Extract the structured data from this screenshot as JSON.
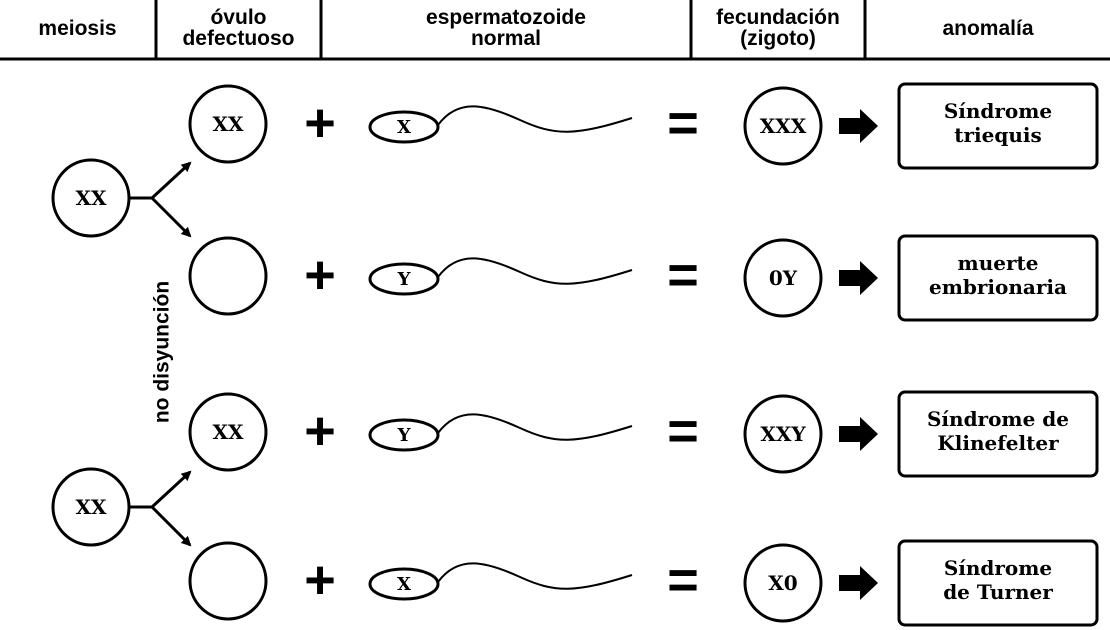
{
  "headers": [
    "meiosis",
    "óvulo\ndefectuoso",
    "espermatozoide\nnormal",
    "fecundación\n(zigoto)",
    "anomalía"
  ],
  "side_label": "no disyunción",
  "parents": [
    "XX",
    "XX"
  ],
  "rows": [
    {
      "ovule": "XX",
      "sperm": "X",
      "zygote": "XXX",
      "anomaly": [
        "Síndrome",
        "triequis"
      ]
    },
    {
      "ovule": "",
      "sperm": "Y",
      "zygote": "0Y",
      "anomaly": [
        "muerte",
        "embrionaria"
      ]
    },
    {
      "ovule": "XX",
      "sperm": "Y",
      "zygote": "XXY",
      "anomaly": [
        "Síndrome de",
        "Klinefelter"
      ]
    },
    {
      "ovule": "",
      "sperm": "X",
      "zygote": "X0",
      "anomaly": [
        "Síndrome",
        "de Turner"
      ]
    }
  ],
  "plus_symbol": "+",
  "equals_symbol": "="
}
